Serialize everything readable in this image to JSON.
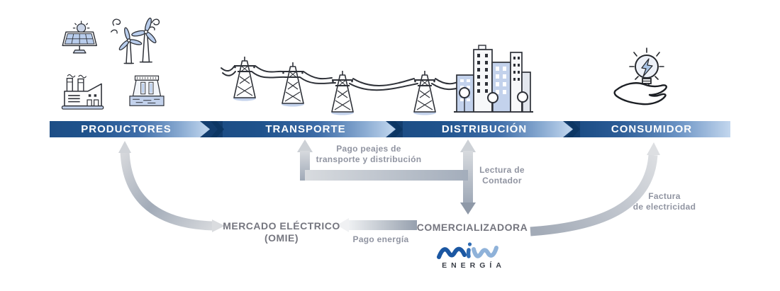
{
  "banner": {
    "segments": [
      {
        "label": "PRODUCTORES"
      },
      {
        "label": "TRANSPORTE"
      },
      {
        "label": "DISTRIBUCIÓN"
      },
      {
        "label": "CONSUMIDOR"
      }
    ]
  },
  "flows": {
    "pago_peajes": {
      "line1": "Pago peajes de",
      "line2": "transporte y distribución"
    },
    "lectura_contador": {
      "line1": "Lectura de",
      "line2": "Contador"
    },
    "factura": {
      "line1": "Factura",
      "line2": "de electricidad"
    },
    "pago_energia": {
      "label": "Pago energía"
    }
  },
  "nodes": {
    "mercado": {
      "line1": "MERCADO ELÉCTRICO",
      "line2": "(OMIE)"
    },
    "comercializadora": {
      "label": "COMERCIALIZADORA"
    }
  },
  "logo": {
    "name": "MiW",
    "subtitle": "ENERGÍA"
  },
  "icons": {
    "producers": "solar-panel-icon, wind-turbines-icon, factory-icon, hydro-plant-icon",
    "transport": "transmission-towers-icon",
    "distribution": "city-buildings-icon",
    "consumer": "hand-lightbulb-icon"
  },
  "colors": {
    "banner_dark": "#1d4e86",
    "banner_light": "#bad1eb",
    "banner_base": "#123d6e",
    "icon_fill": "#c3d2ec",
    "icon_outline": "#2e3138",
    "arrow_light": "#d8dadd",
    "arrow_dark": "#96a0ae",
    "label_gray": "#9094a1",
    "node_gray": "#75767f",
    "logo_dark_blue": "#1b57a2",
    "logo_mid_blue": "#2f6cb4",
    "logo_light_blue": "#8fb2d9",
    "logo_text": "#3a3f48"
  }
}
